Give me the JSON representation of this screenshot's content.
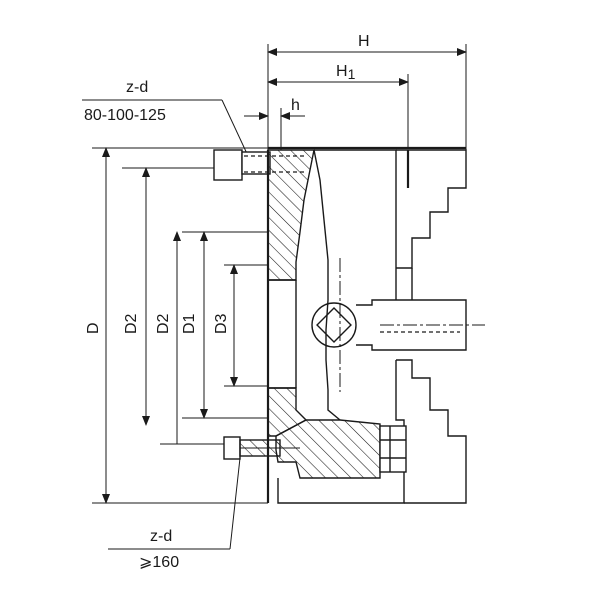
{
  "labels": {
    "H": "H",
    "H1": "H",
    "H1_sub": "1",
    "h": "h",
    "zd_top": "z-d",
    "sizes_top": "80-100-125",
    "zd_bottom": "z-d",
    "sizes_bottom": "⩾160",
    "D": "D",
    "D2_outer": "D2",
    "D2_inner": "D2",
    "D1": "D1",
    "D3": "D3"
  }
}
